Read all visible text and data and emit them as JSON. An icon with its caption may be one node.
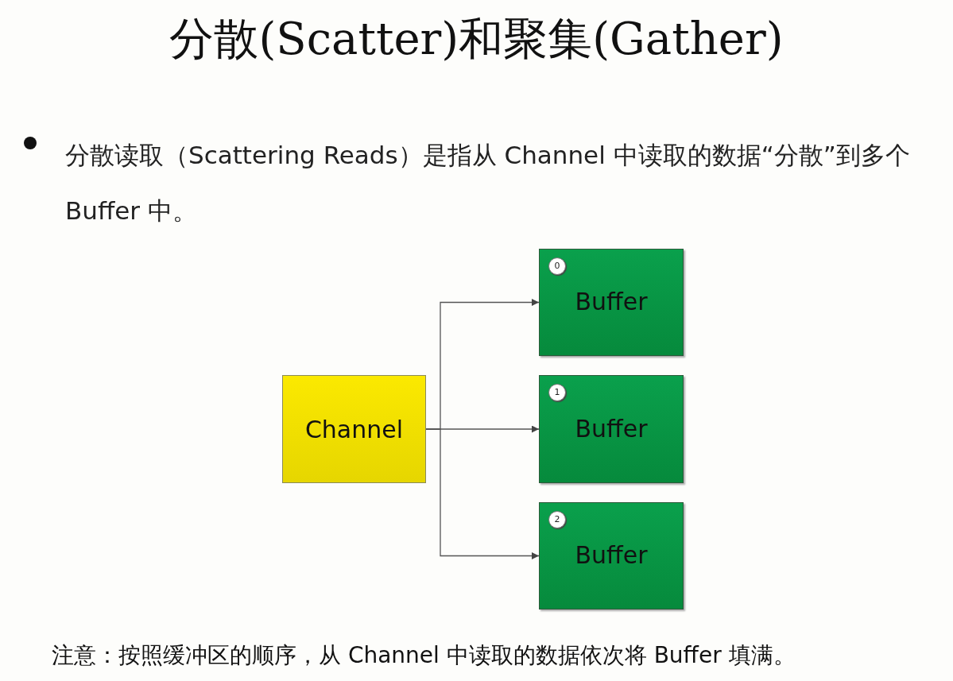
{
  "diagram": {
    "title": "分散(Scatter)和聚集(Gather)",
    "nodes": [
      {
        "text": [
          "Channel"
        ]
      },
      {
        "text": [
          "0",
          "Buffer"
        ]
      },
      {
        "text": [
          "1",
          "Buffer"
        ]
      },
      {
        "text": [
          "2",
          "Buffer"
        ]
      }
    ],
    "edges": [
      {
        "from": 0,
        "to": 1,
        "arrow": "to"
      },
      {
        "from": 0,
        "to": 2,
        "arrow": "to"
      },
      {
        "from": 0,
        "to": 3,
        "arrow": "to"
      }
    ],
    "labels": [
      "分散读取（Scattering Reads）是指从 Channel 中读取的数据“分散”到多个 Buffer 中。",
      "注意：按照缓冲区的顺序，从 Channel 中读取的数据依次将 Buffer 填满。"
    ]
  }
}
